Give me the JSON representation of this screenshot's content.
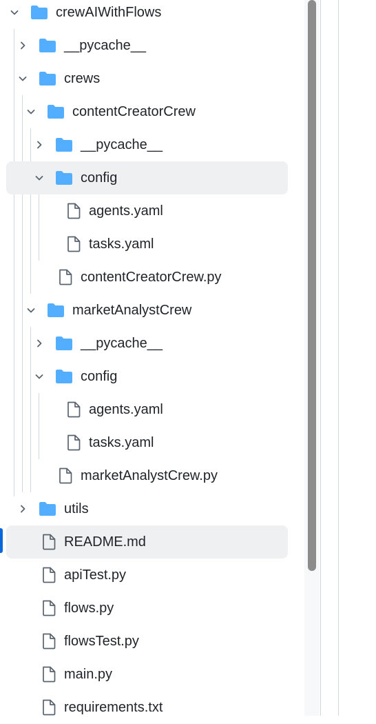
{
  "tree": [
    {
      "name": "crewAIWithFlows",
      "type": "folder",
      "expanded": true,
      "depth": 0
    },
    {
      "name": "__pycache__",
      "type": "folder",
      "expanded": false,
      "depth": 1
    },
    {
      "name": "crews",
      "type": "folder",
      "expanded": true,
      "depth": 1
    },
    {
      "name": "contentCreatorCrew",
      "type": "folder",
      "expanded": true,
      "depth": 2
    },
    {
      "name": "__pycache__",
      "type": "folder",
      "expanded": false,
      "depth": 3
    },
    {
      "name": "config",
      "type": "folder",
      "expanded": true,
      "depth": 3,
      "highlighted": true
    },
    {
      "name": "agents.yaml",
      "type": "file",
      "depth": 4
    },
    {
      "name": "tasks.yaml",
      "type": "file",
      "depth": 4
    },
    {
      "name": "contentCreatorCrew.py",
      "type": "file",
      "depth": 3
    },
    {
      "name": "marketAnalystCrew",
      "type": "folder",
      "expanded": true,
      "depth": 2
    },
    {
      "name": "__pycache__",
      "type": "folder",
      "expanded": false,
      "depth": 3
    },
    {
      "name": "config",
      "type": "folder",
      "expanded": true,
      "depth": 3
    },
    {
      "name": "agents.yaml",
      "type": "file",
      "depth": 4
    },
    {
      "name": "tasks.yaml",
      "type": "file",
      "depth": 4
    },
    {
      "name": "marketAnalystCrew.py",
      "type": "file",
      "depth": 3
    },
    {
      "name": "utils",
      "type": "folder",
      "expanded": false,
      "depth": 1
    },
    {
      "name": "README.md",
      "type": "file",
      "depth": 1,
      "highlighted": true,
      "selected": true
    },
    {
      "name": "apiTest.py",
      "type": "file",
      "depth": 1
    },
    {
      "name": "flows.py",
      "type": "file",
      "depth": 1
    },
    {
      "name": "flowsTest.py",
      "type": "file",
      "depth": 1
    },
    {
      "name": "main.py",
      "type": "file",
      "depth": 1
    },
    {
      "name": "requirements.txt",
      "type": "file",
      "depth": 1
    }
  ],
  "colors": {
    "folder": "#54aeff",
    "file_stroke": "#59636e",
    "chevron": "#59636e",
    "highlight": "#eef0f2",
    "selection_marker": "#0969da",
    "guide": "#d0d7de",
    "scrollbar": "#8c8c8c",
    "text": "#1f2328"
  },
  "icons": {
    "folder": "folder-icon",
    "file": "file-icon",
    "expanded": "chevron-down-icon",
    "collapsed": "chevron-right-icon"
  }
}
